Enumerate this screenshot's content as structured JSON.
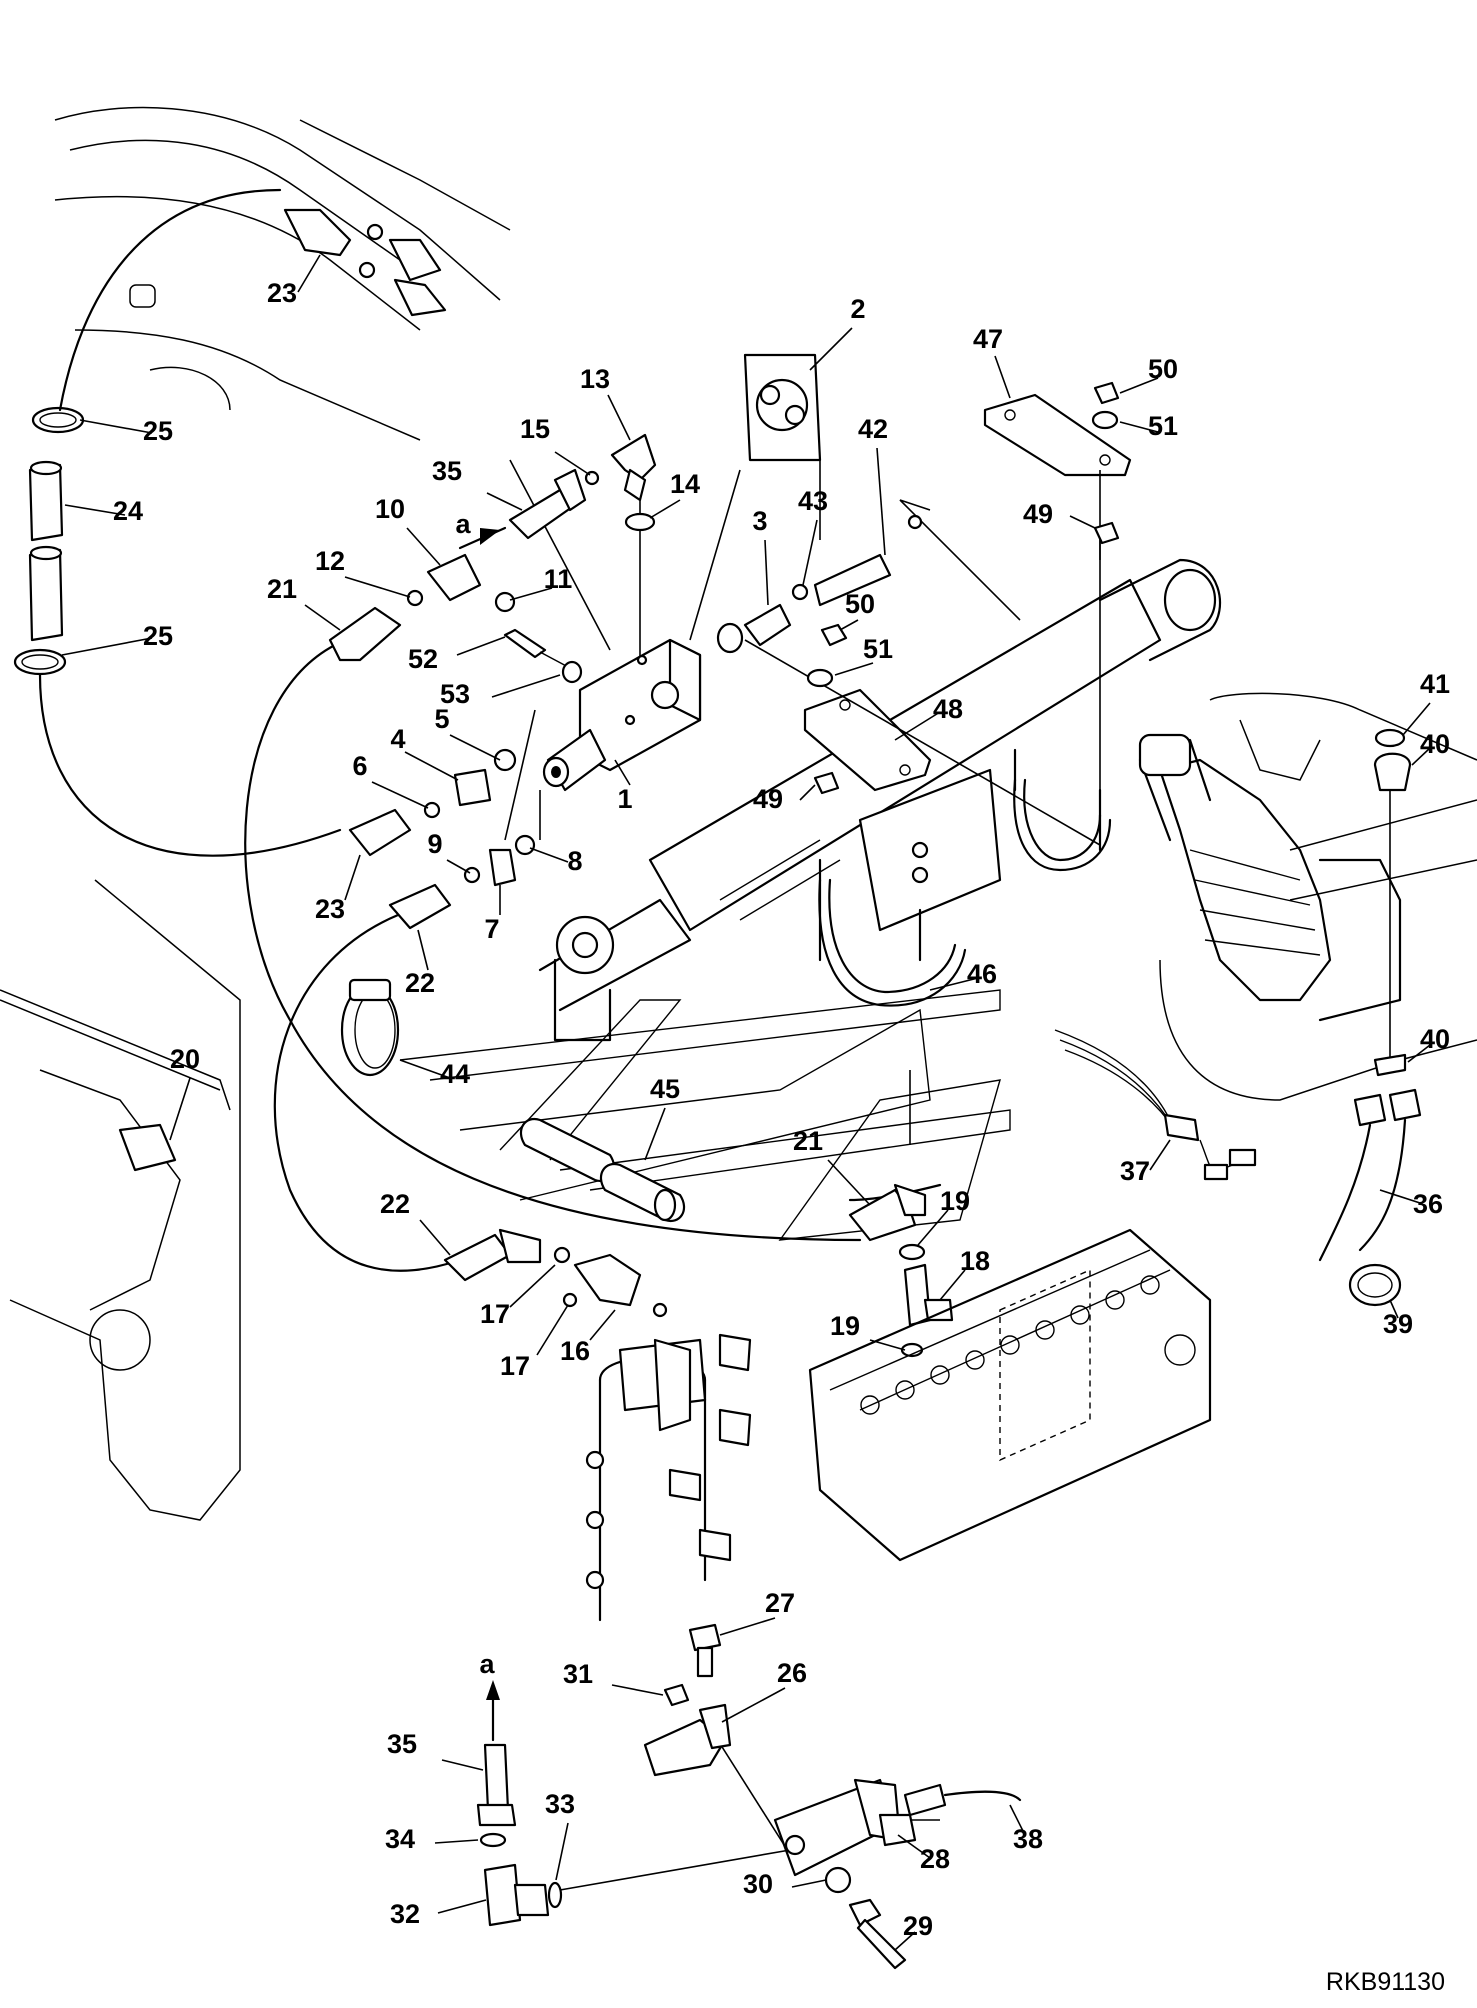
{
  "diagram": {
    "reference_code": "RKB91130",
    "callouts": [
      {
        "id": "1",
        "label": "1"
      },
      {
        "id": "2",
        "label": "2"
      },
      {
        "id": "3",
        "label": "3"
      },
      {
        "id": "4",
        "label": "4"
      },
      {
        "id": "5",
        "label": "5"
      },
      {
        "id": "6",
        "label": "6"
      },
      {
        "id": "7",
        "label": "7"
      },
      {
        "id": "8",
        "label": "8"
      },
      {
        "id": "9",
        "label": "9"
      },
      {
        "id": "10",
        "label": "10"
      },
      {
        "id": "11",
        "label": "11"
      },
      {
        "id": "12",
        "label": "12"
      },
      {
        "id": "13",
        "label": "13"
      },
      {
        "id": "14",
        "label": "14"
      },
      {
        "id": "15",
        "label": "15"
      },
      {
        "id": "16",
        "label": "16"
      },
      {
        "id": "17a",
        "label": "17"
      },
      {
        "id": "17b",
        "label": "17"
      },
      {
        "id": "18",
        "label": "18"
      },
      {
        "id": "19a",
        "label": "19"
      },
      {
        "id": "19b",
        "label": "19"
      },
      {
        "id": "20",
        "label": "20"
      },
      {
        "id": "21a",
        "label": "21"
      },
      {
        "id": "21b",
        "label": "21"
      },
      {
        "id": "22a",
        "label": "22"
      },
      {
        "id": "22b",
        "label": "22"
      },
      {
        "id": "23a",
        "label": "23"
      },
      {
        "id": "23b",
        "label": "23"
      },
      {
        "id": "24",
        "label": "24"
      },
      {
        "id": "25a",
        "label": "25"
      },
      {
        "id": "25b",
        "label": "25"
      },
      {
        "id": "26",
        "label": "26"
      },
      {
        "id": "27",
        "label": "27"
      },
      {
        "id": "28",
        "label": "28"
      },
      {
        "id": "29",
        "label": "29"
      },
      {
        "id": "30",
        "label": "30"
      },
      {
        "id": "31",
        "label": "31"
      },
      {
        "id": "32",
        "label": "32"
      },
      {
        "id": "33",
        "label": "33"
      },
      {
        "id": "34",
        "label": "34"
      },
      {
        "id": "35a",
        "label": "35"
      },
      {
        "id": "35b",
        "label": "35"
      },
      {
        "id": "36",
        "label": "36"
      },
      {
        "id": "37",
        "label": "37"
      },
      {
        "id": "38",
        "label": "38"
      },
      {
        "id": "39",
        "label": "39"
      },
      {
        "id": "40a",
        "label": "40"
      },
      {
        "id": "40b",
        "label": "40"
      },
      {
        "id": "41",
        "label": "41"
      },
      {
        "id": "42",
        "label": "42"
      },
      {
        "id": "43",
        "label": "43"
      },
      {
        "id": "44",
        "label": "44"
      },
      {
        "id": "45",
        "label": "45"
      },
      {
        "id": "46",
        "label": "46"
      },
      {
        "id": "47",
        "label": "47"
      },
      {
        "id": "48",
        "label": "48"
      },
      {
        "id": "49a",
        "label": "49"
      },
      {
        "id": "49b",
        "label": "49"
      },
      {
        "id": "50a",
        "label": "50"
      },
      {
        "id": "50b",
        "label": "50"
      },
      {
        "id": "51a",
        "label": "51"
      },
      {
        "id": "51b",
        "label": "51"
      },
      {
        "id": "52",
        "label": "52"
      },
      {
        "id": "53",
        "label": "53"
      },
      {
        "id": "aTop",
        "label": "a"
      },
      {
        "id": "aBottom",
        "label": "a"
      }
    ]
  }
}
